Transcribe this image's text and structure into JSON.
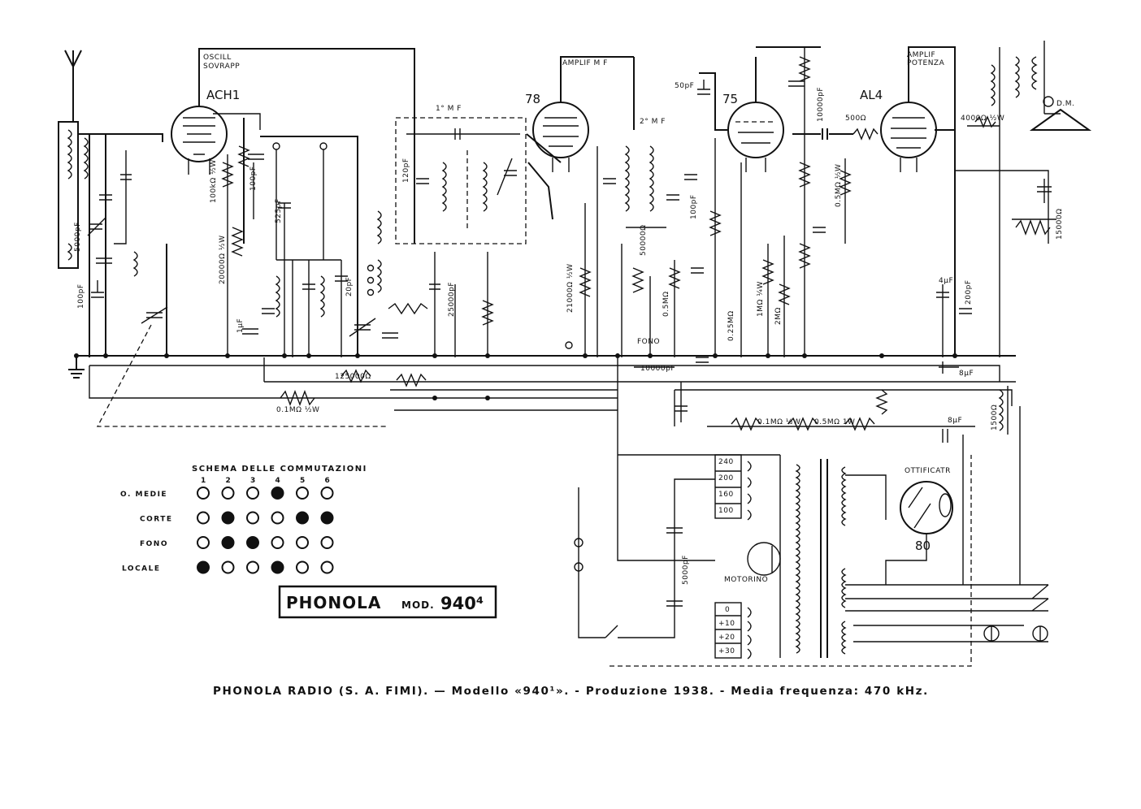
{
  "tubes": {
    "ach1": "ACH1",
    "t78": "78",
    "t75": "75",
    "al4": "AL4",
    "t80": "80"
  },
  "labels": {
    "oscill": "OSCILL",
    "sovrapp": "SOVRAPP",
    "ampli_mf": "AMPLIF M F",
    "ampli": "AMPLIF",
    "potenza": "POTENZA",
    "first_mf": "1° M F",
    "second_mf": "2° M F",
    "raddrizzatrice": "OTTIFICATR",
    "motorino": "MOTORINO",
    "fono": "FONO",
    "dm": "D.M.",
    "v240": "240",
    "v200": "200",
    "v160": "160",
    "v100": "100",
    "s0": "0",
    "s10": "+10",
    "s20": "+20",
    "s30": "+30"
  },
  "components": {
    "c1": "5000pF",
    "c2": "100pF",
    "c3": "100pF",
    "r1": "100kΩ ½W",
    "r2": "20000Ω ½W",
    "c4": "1µF",
    "c5": "525pF",
    "c6": "20pF",
    "c7": "120pF",
    "c8": "25000pF",
    "r3": "125000Ω",
    "r4": "0.1MΩ ½W",
    "c9": "50pF",
    "c10": "100pF",
    "r5": "21000Ω ½W",
    "r6": "50000Ω",
    "c11": "10000pF",
    "r7": "0.5MΩ",
    "r8": "0.25MΩ",
    "r9": "1MΩ ¼W",
    "r10": "2MΩ",
    "c12": "10000pF",
    "r11": "500Ω",
    "r12": "0.5MΩ ½W",
    "r13": "4000Ω ½W",
    "c13": "4µF",
    "c14": "200pF",
    "c15": "8µF",
    "c16": "8µF",
    "c17": "5000pF",
    "r14": "15000Ω",
    "r15": "0.1MΩ ½W",
    "r16": "0.5MΩ 1W",
    "r17": "1500Ω"
  },
  "switch_table": {
    "title": "SCHEMA DELLE COMMUTAZIONI",
    "columns": [
      "1",
      "2",
      "3",
      "4",
      "5",
      "6"
    ],
    "rows": [
      {
        "label": "O. MEDIE",
        "states": [
          0,
          0,
          0,
          1,
          0,
          0
        ]
      },
      {
        "label": "CORTE",
        "states": [
          0,
          1,
          0,
          0,
          1,
          1
        ]
      },
      {
        "label": "FONO",
        "states": [
          0,
          1,
          1,
          0,
          0,
          0
        ]
      },
      {
        "label": "LOCALE",
        "states": [
          1,
          0,
          0,
          1,
          0,
          0
        ]
      }
    ]
  },
  "brand": {
    "name": "PHONOLA",
    "mod": "MOD.",
    "number": "940⁴"
  },
  "caption": "PHONOLA RADIO (S. A. FIMI). — Modello «940¹». - Produzione 1938. - Media frequenza: 470 kHz."
}
